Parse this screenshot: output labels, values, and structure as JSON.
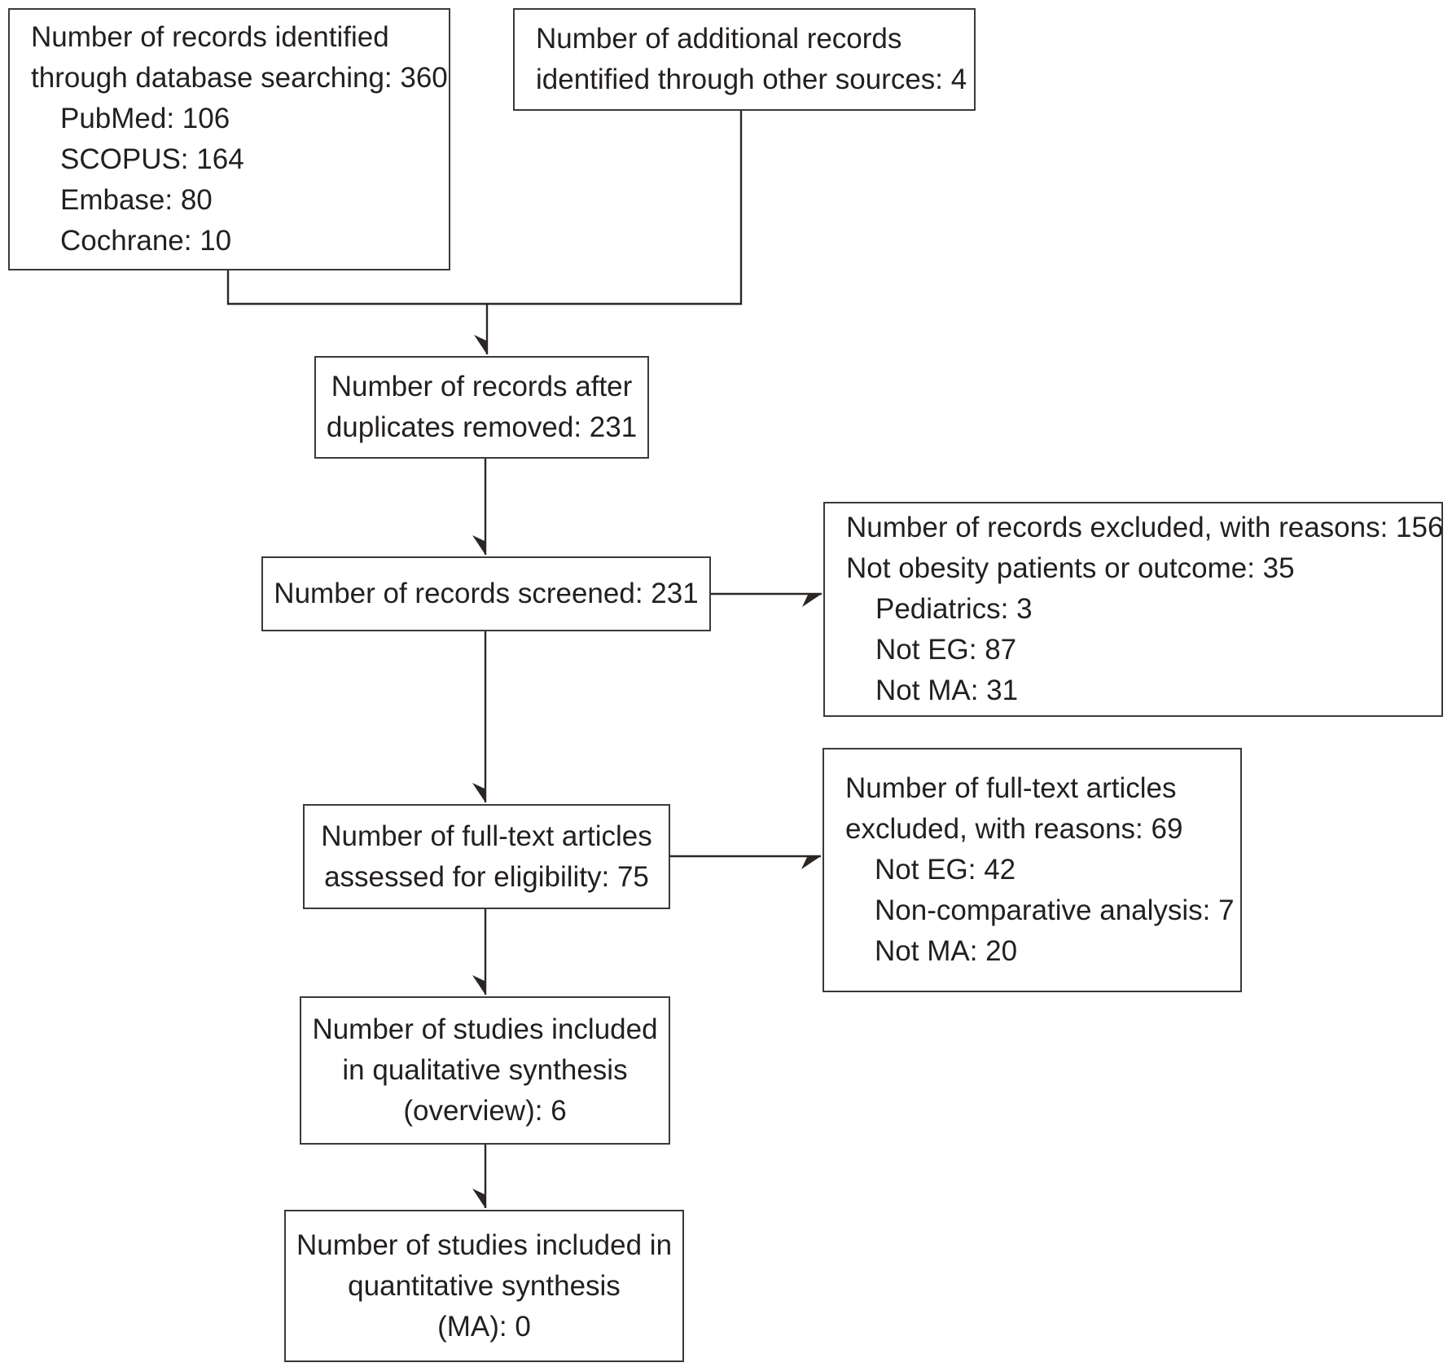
{
  "colors": {
    "background": "#ffffff",
    "border": "#3d3936",
    "line": "#2b2624",
    "text": "#231f20"
  },
  "boxes": {
    "identified": {
      "lines": [
        "Number of records identified",
        "through database searching: 360",
        "PubMed: 106",
        "SCOPUS: 164",
        "Embase: 80",
        "Cochrane: 10"
      ]
    },
    "additional": {
      "lines": [
        "Number of additional records",
        "identified through other sources: 4"
      ]
    },
    "deduplicated": {
      "lines": [
        "Number of records after",
        "duplicates removed: 231"
      ]
    },
    "screened": {
      "lines": [
        "Number of records screened: 231"
      ]
    },
    "records_excluded": {
      "lines": [
        "Number of records excluded, with reasons: 156",
        "Not obesity patients or outcome: 35",
        "Pediatrics: 3",
        "Not EG: 87",
        "Not MA: 31"
      ]
    },
    "fulltext_assessed": {
      "lines": [
        "Number of full-text articles",
        "assessed for eligibility: 75"
      ]
    },
    "fulltext_excluded": {
      "lines": [
        "Number of full-text articles",
        "excluded, with reasons: 69",
        "Not EG: 42",
        "Non-comparative analysis: 7",
        "Not MA: 20"
      ]
    },
    "qualitative": {
      "lines": [
        "Number of studies included",
        "in qualitative synthesis",
        "(overview): 6"
      ]
    },
    "quantitative": {
      "lines": [
        "Number of studies included in",
        "quantitative synthesis",
        "(MA): 0"
      ]
    }
  }
}
